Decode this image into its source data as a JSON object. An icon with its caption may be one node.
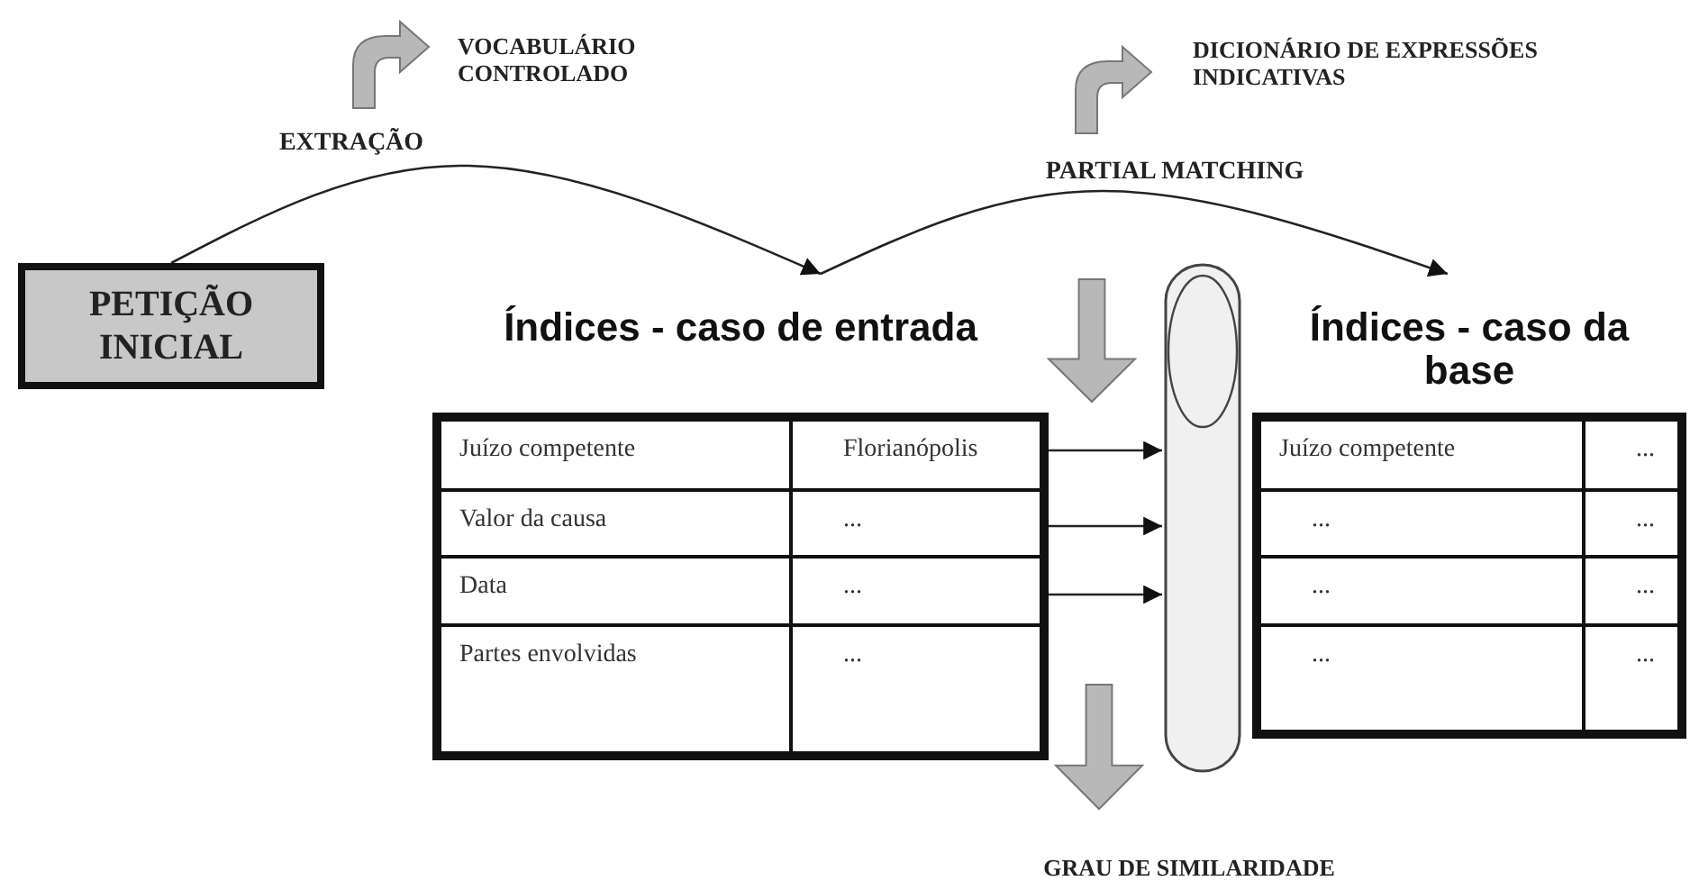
{
  "diagram": {
    "nodes": [
      {
        "text": [
          "PETIÇÃO INICIAL"
        ]
      },
      {
        "text": [
          "Índices - caso de entrada"
        ]
      },
      {
        "text": [],
        "shape": "cylinder"
      },
      {
        "text": [
          "Índices - caso da base"
        ]
      },
      {
        "text": [
          "GRAU DE SIMILARIDADE"
        ]
      }
    ],
    "edges": [
      {
        "from": 0,
        "to": 1,
        "arrow": "to",
        "label": "EXTRAÇÃO"
      },
      {
        "from": 1,
        "to": 3,
        "arrow": "to",
        "label": "PARTIAL MATCHING"
      },
      {
        "from": 1,
        "to": 2,
        "arrow": "to"
      },
      {
        "from": 1,
        "to": 2,
        "arrow": "to"
      },
      {
        "from": 1,
        "to": 2,
        "arrow": "to"
      },
      {
        "from": null,
        "to": 4,
        "arrow": "to",
        "style": "thick"
      }
    ],
    "labels": [
      "VOCABULÁRIO CONTROLADO",
      "DICIONÁRIO DE EXPRESSÕES INDICATIVAS",
      "Juízo competente",
      "Florianópolis",
      "Valor da causa",
      "...",
      "Data",
      "...",
      "Partes envolvidas",
      "...",
      "Juízo competente",
      "...",
      "...",
      "...",
      "...",
      "...",
      "...",
      "..."
    ]
  }
}
